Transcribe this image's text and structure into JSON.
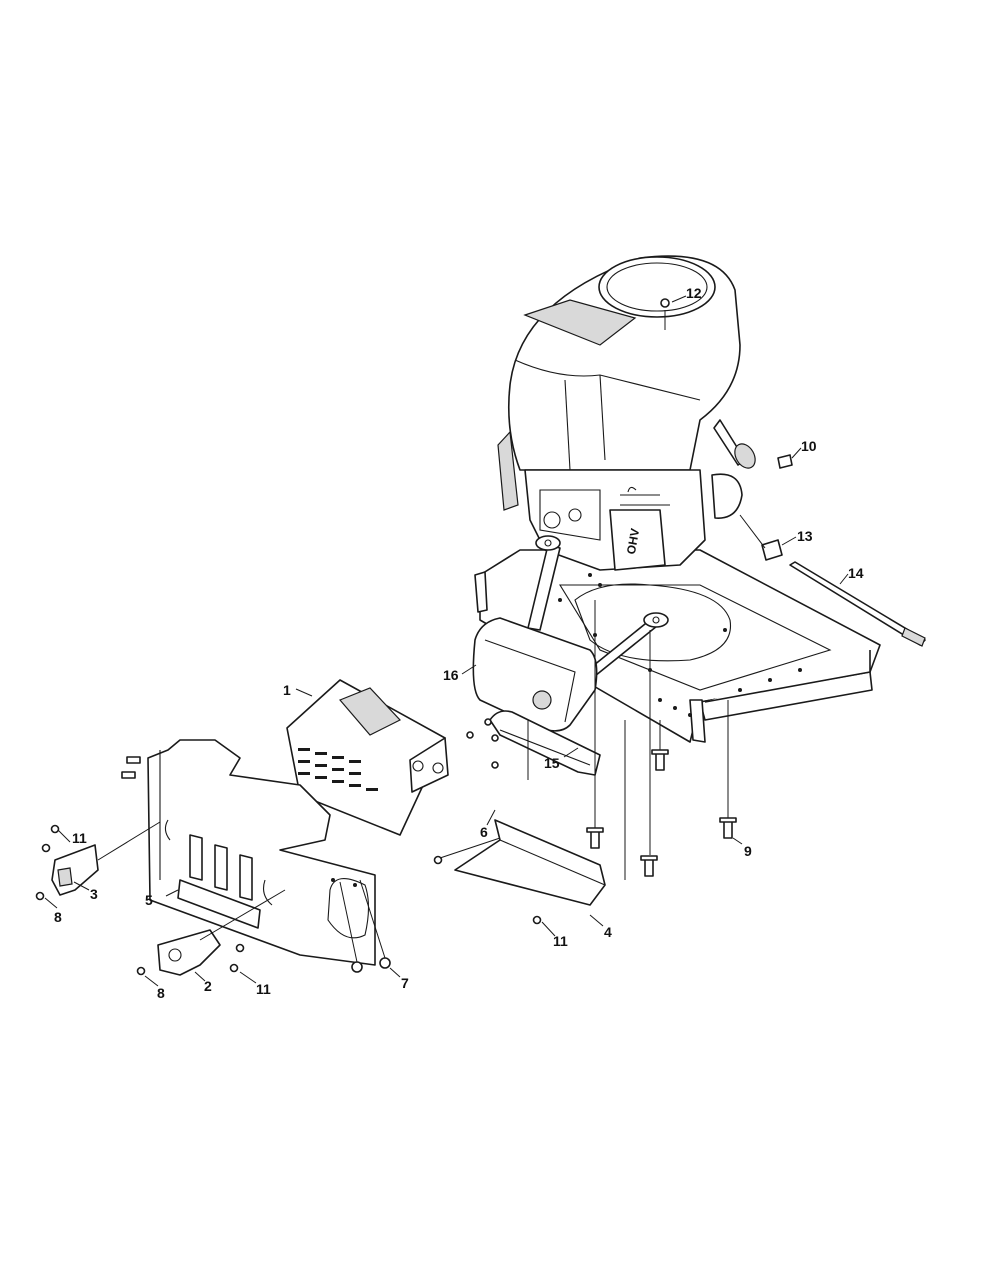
{
  "engine_marking": "OHV",
  "callouts": [
    {
      "id": "1",
      "label": "1"
    },
    {
      "id": "2",
      "label": "2"
    },
    {
      "id": "3",
      "label": "3"
    },
    {
      "id": "4",
      "label": "4"
    },
    {
      "id": "5",
      "label": "5"
    },
    {
      "id": "6",
      "label": "6"
    },
    {
      "id": "7",
      "label": "7"
    },
    {
      "id": "8a",
      "label": "8"
    },
    {
      "id": "8b",
      "label": "8"
    },
    {
      "id": "9",
      "label": "9"
    },
    {
      "id": "10",
      "label": "10"
    },
    {
      "id": "11a",
      "label": "11"
    },
    {
      "id": "11b",
      "label": "11"
    },
    {
      "id": "11c",
      "label": "11"
    },
    {
      "id": "12",
      "label": "12"
    },
    {
      "id": "13",
      "label": "13"
    },
    {
      "id": "14",
      "label": "14"
    },
    {
      "id": "15",
      "label": "15"
    },
    {
      "id": "16",
      "label": "16"
    }
  ]
}
